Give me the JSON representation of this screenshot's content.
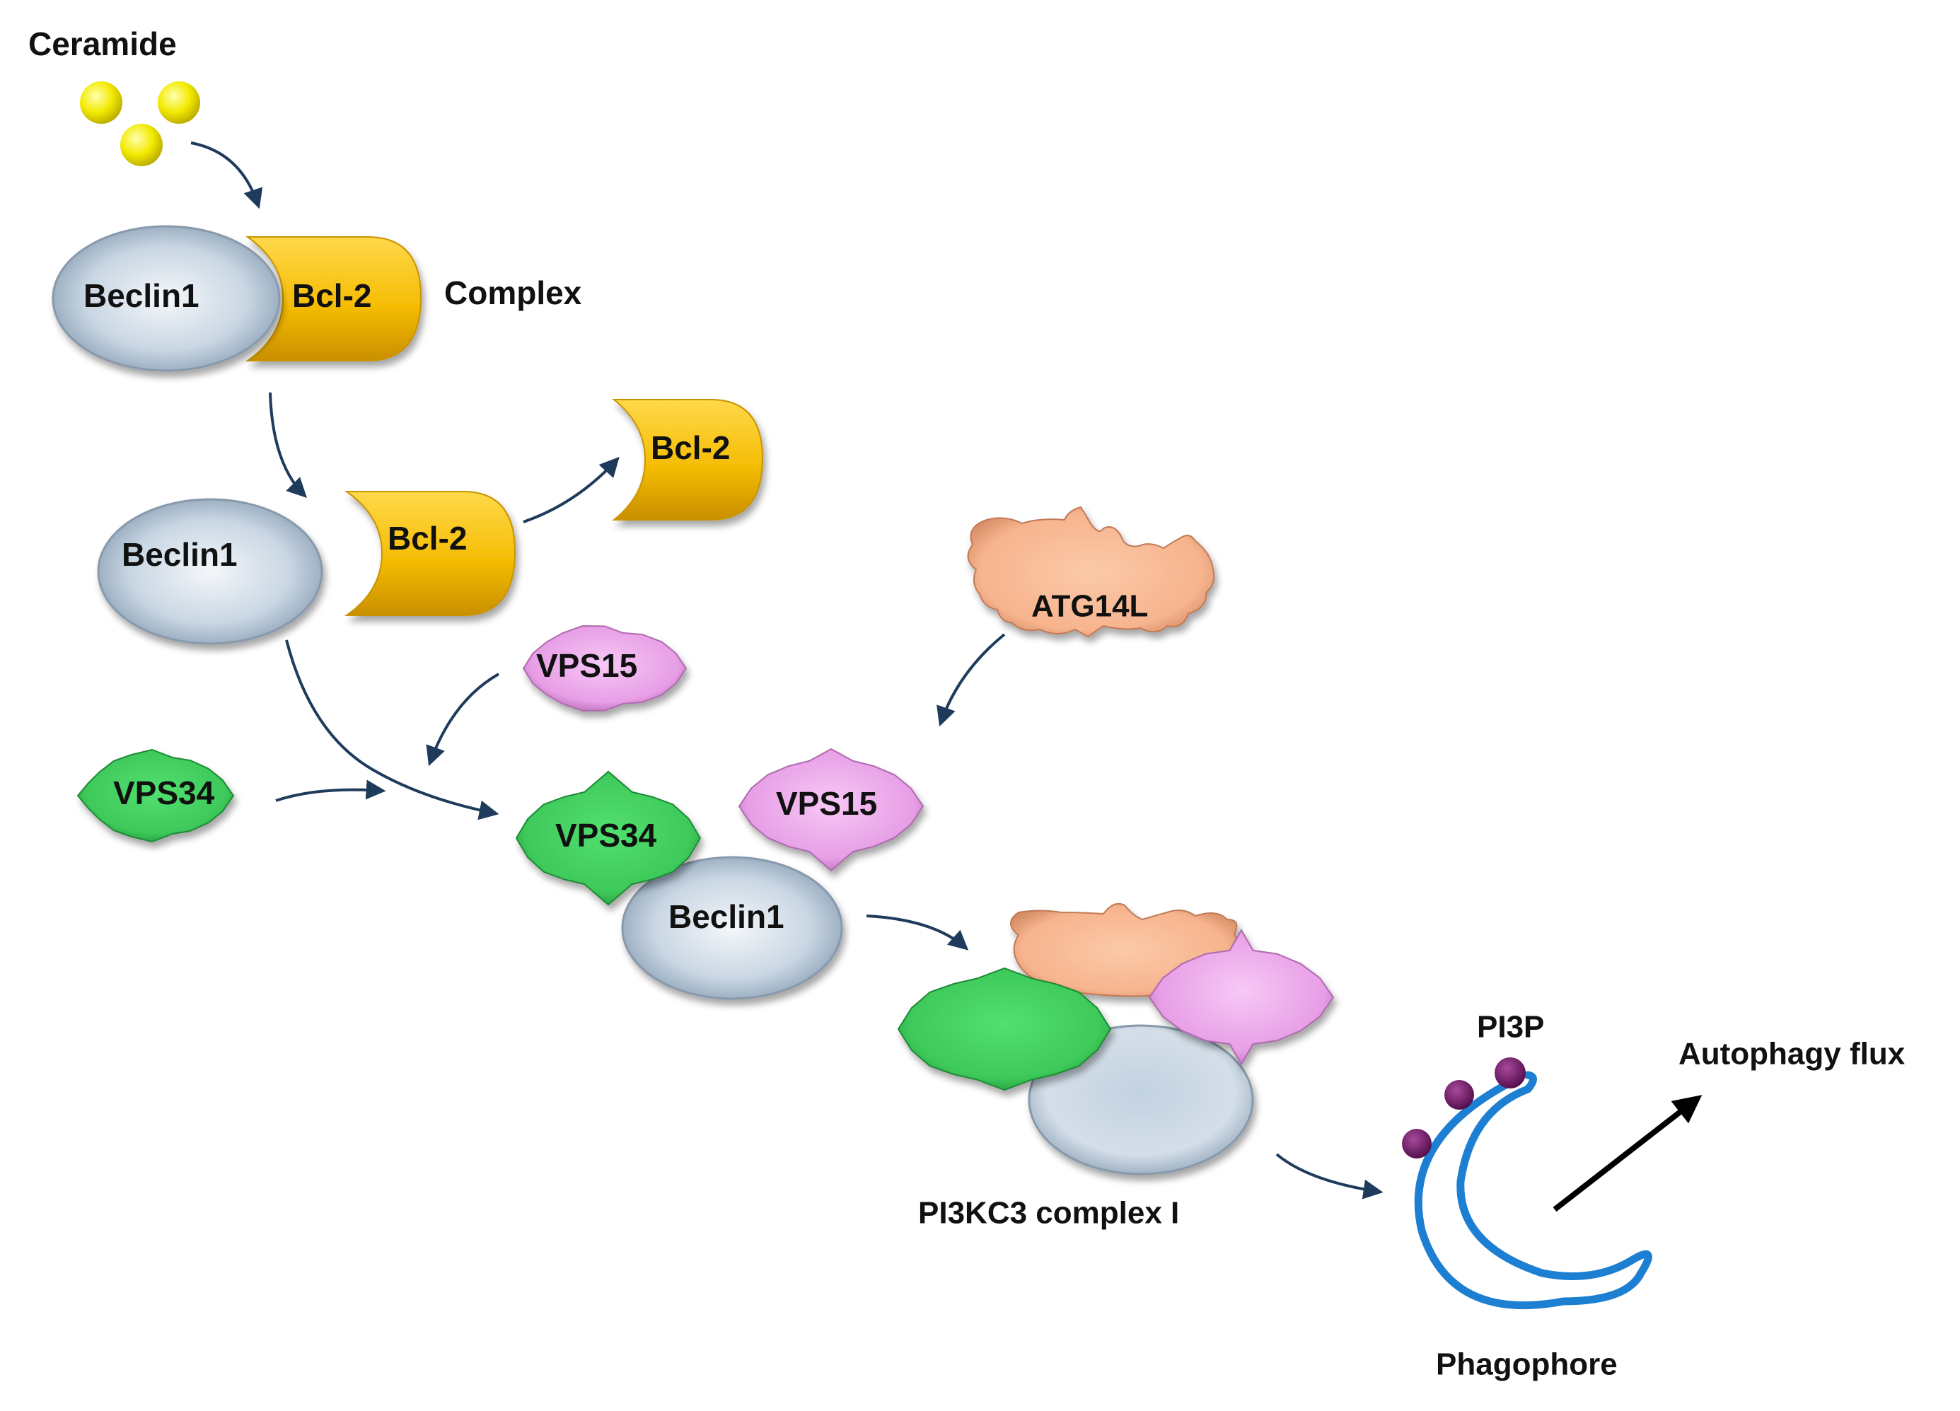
{
  "labels": {
    "ceramide": "Ceramide",
    "complex": "Complex",
    "beclin1_complex": "Beclin1",
    "bcl2_complex": "Bcl-2",
    "beclin1_free": "Beclin1",
    "bcl2_free": "Bcl-2",
    "bcl2_released": "Bcl-2",
    "atg14l": "ATG14L",
    "vps15_free": "VPS15",
    "vps34_free": "VPS34",
    "vps34_bound": "VPS34",
    "vps15_bound": "VPS15",
    "beclin1_bound": "Beclin1",
    "pi3kc3_complex": "PI3KC3 complex I",
    "pi3p": "PI3P",
    "autophagy_flux": "Autophagy flux",
    "phagophore": "Phagophore"
  },
  "colors": {
    "ceramide_yellow": "#f2ea00",
    "bcl2_gold": "#f5bd05",
    "beclin_blue": "#c9d6e3",
    "vps34_green": "#3ec95a",
    "vps15_pink": "#e79ee6",
    "atg14l_salmon": "#f7b48e",
    "arrow_navy": "#1f3b5c",
    "phagophore_blue": "#1c7fd1",
    "pi3p_purple": "#6a1060"
  }
}
